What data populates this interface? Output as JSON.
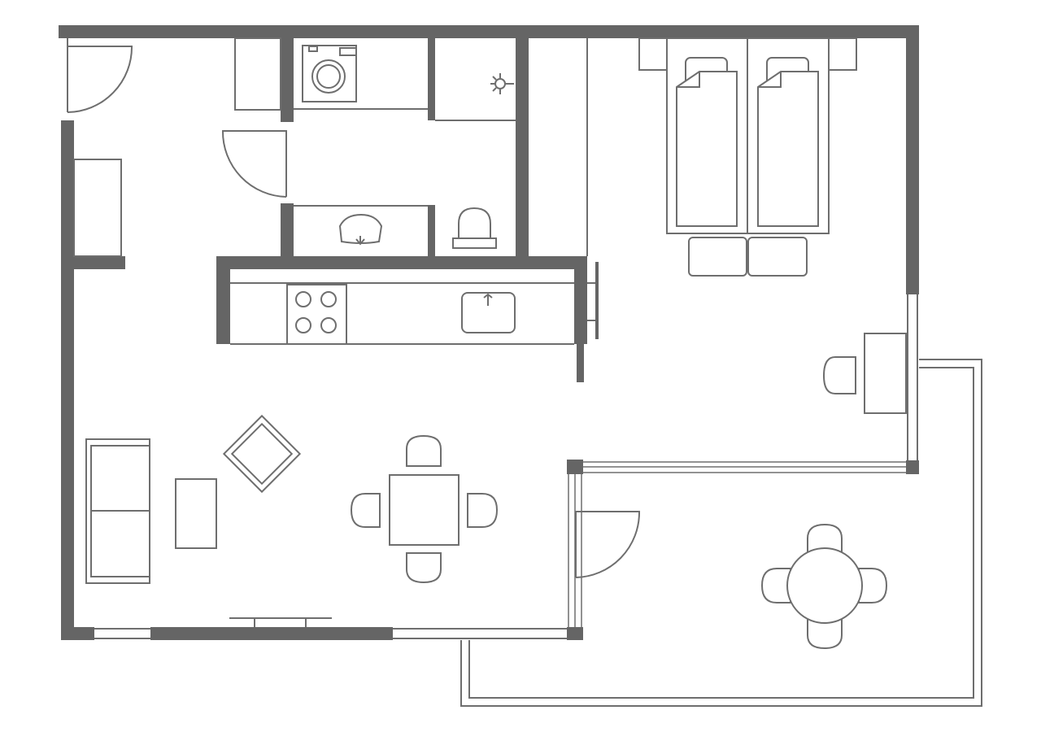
{
  "colors": {
    "wall": "#656565",
    "line": "#6e6e6e",
    "background": "#ffffff"
  },
  "rooms": [
    "entrance-hall",
    "laundry",
    "bathroom",
    "kitchen",
    "living-dining",
    "bedroom",
    "balcony"
  ],
  "icons": [
    "washing-machine-icon",
    "shower-icon",
    "sink-icon",
    "toilet-icon",
    "stove-icon",
    "kitchen-sink-icon",
    "bed-icon",
    "desk-icon",
    "sofa-icon",
    "armchair-icon",
    "dining-table-icon",
    "round-table-icon"
  ]
}
